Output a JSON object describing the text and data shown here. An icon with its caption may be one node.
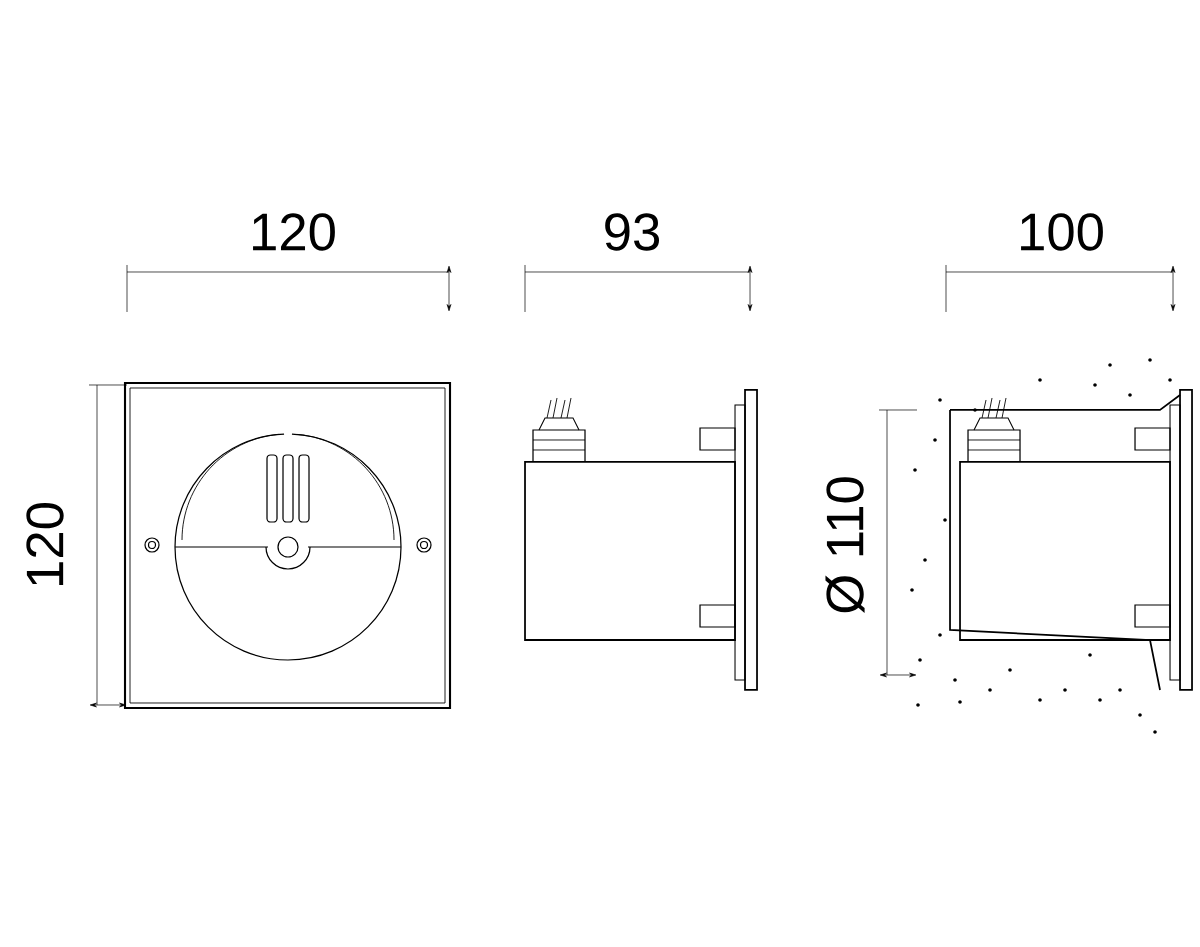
{
  "diagram": {
    "labels": [
      "120",
      "93",
      "100",
      "120",
      "Ø 110"
    ]
  }
}
